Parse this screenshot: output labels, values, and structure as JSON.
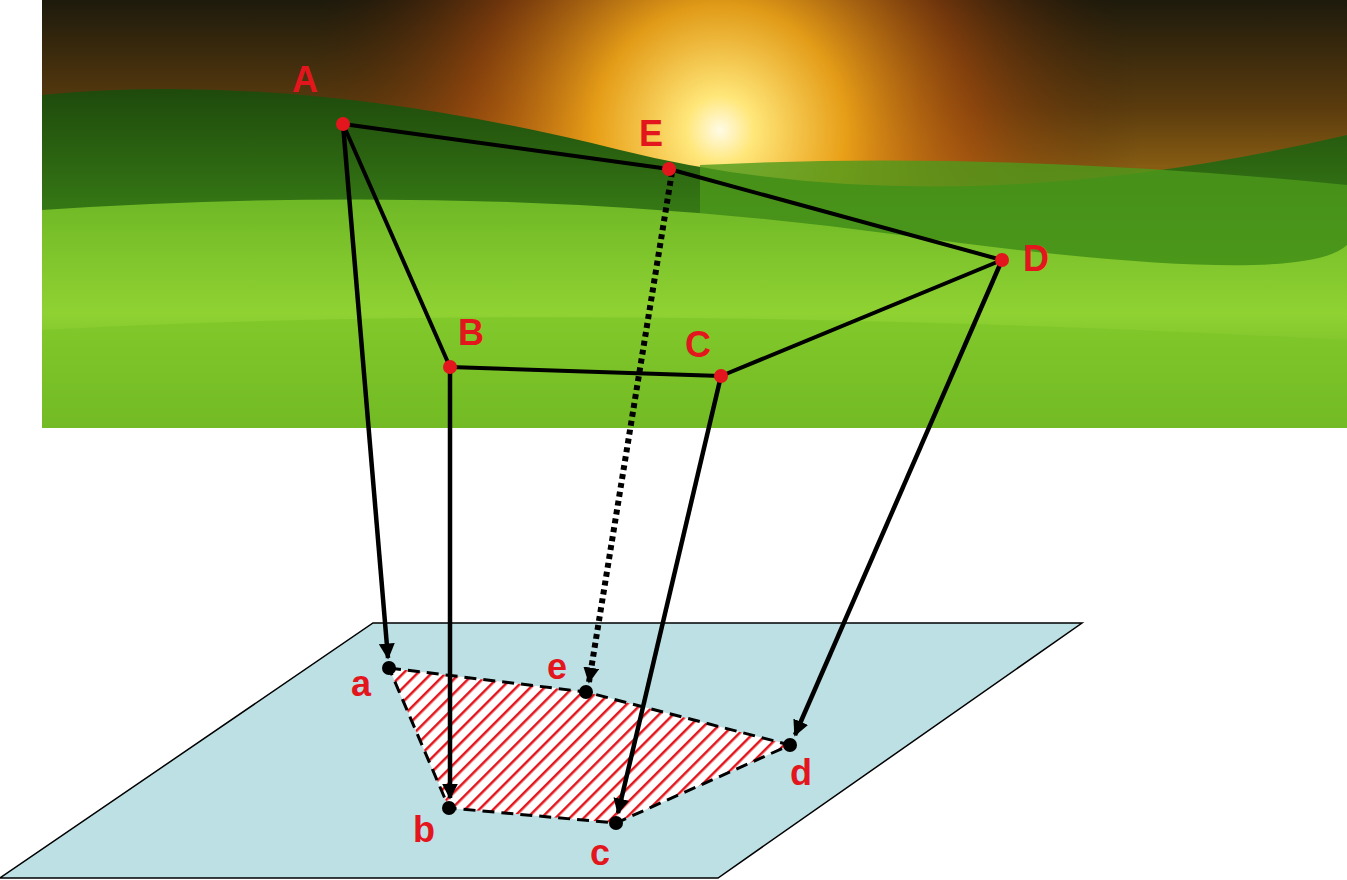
{
  "diagram": {
    "labels": [
      "A",
      "E",
      "D",
      "B",
      "C",
      "e",
      "a",
      "d",
      "b",
      "c"
    ]
  }
}
